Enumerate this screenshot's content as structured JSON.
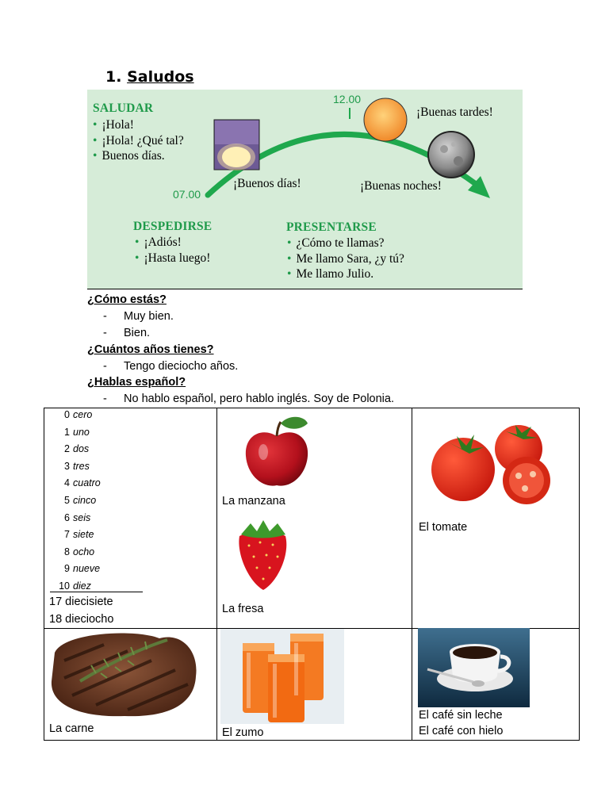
{
  "title": {
    "number": "1.",
    "text": "Saludos"
  },
  "panel": {
    "saludar": {
      "heading": "SALUDAR",
      "items": [
        "¡Hola!",
        "¡Hola! ¿Qué tal?",
        "Buenos días."
      ]
    },
    "despedirse": {
      "heading": "DESPEDIRSE",
      "items": [
        "¡Adiós!",
        "¡Hasta luego!"
      ]
    },
    "presentarse": {
      "heading": "PRESENTARSE",
      "items": [
        "¿Cómo te llamas?",
        "Me llamo Sara, ¿y tú?",
        "Me llamo Julio."
      ]
    },
    "time_morning": "07.00",
    "time_noon": "12.00",
    "buenos_dias": "¡Buenos días!",
    "buenas_tardes": "¡Buenas tardes!",
    "buenas_noches": "¡Buenas noches!"
  },
  "qa": [
    {
      "question": "¿Cómo estás?",
      "answers": [
        "Muy bien.",
        "Bien."
      ]
    },
    {
      "question": "¿Cuántos años tienes?",
      "answers": [
        "Tengo dieciocho años."
      ]
    },
    {
      "question": "¿Hablas español?",
      "answers": [
        "No hablo español, pero hablo inglés. Soy de Polonia."
      ]
    }
  ],
  "dash": "-",
  "numbers": [
    {
      "n": "0",
      "word": "cero"
    },
    {
      "n": "1",
      "word": "uno"
    },
    {
      "n": "2",
      "word": "dos"
    },
    {
      "n": "3",
      "word": "tres"
    },
    {
      "n": "4",
      "word": "cuatro"
    },
    {
      "n": "5",
      "word": "cinco"
    },
    {
      "n": "6",
      "word": "seis"
    },
    {
      "n": "7",
      "word": "siete"
    },
    {
      "n": "8",
      "word": "ocho"
    },
    {
      "n": "9",
      "word": "nueve"
    },
    {
      "n": "10",
      "word": "diez"
    }
  ],
  "extra_numbers": [
    "17 diecisiete",
    "18 dieciocho"
  ],
  "food": {
    "apple": "La manzana",
    "strawberry": "La fresa",
    "tomato": "El tomate",
    "meat": "La carne",
    "juice": "El zumo",
    "coffee_1": "El café sin leche",
    "coffee_2": "El café con hielo"
  },
  "colors": {
    "panel_bg": "#d6ecd8",
    "accent_green": "#1f9a4a"
  }
}
